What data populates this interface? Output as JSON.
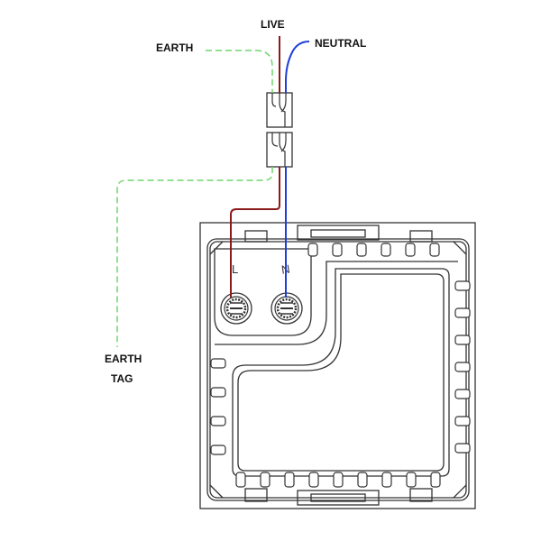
{
  "labels": {
    "live": "LIVE",
    "neutral": "NEUTRAL",
    "earth": "EARTH",
    "earth_tag_line1": "EARTH",
    "earth_tag_line2": "TAG",
    "terminal_live": "L",
    "terminal_neutral": "N"
  },
  "colors": {
    "live_wire": "#8b1a1a",
    "neutral_wire": "#1f3fd6",
    "earth_wire": "#6fd66f",
    "outline": "#333333"
  }
}
